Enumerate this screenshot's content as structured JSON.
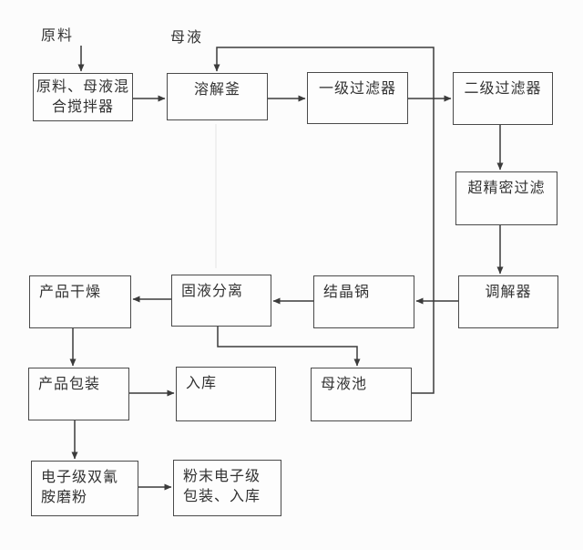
{
  "colors": {
    "background": "#fcfcfc",
    "line": "#3b3b3b",
    "box_border": "#4a4a4a",
    "text": "#333333"
  },
  "floating_labels": {
    "raw_material": "原料",
    "mother_liquor": "母液"
  },
  "nodes": {
    "mixer": {
      "label": "原料、母液混\n合搅拌器"
    },
    "dissolver": {
      "label": "溶解釜"
    },
    "filter1": {
      "label": "一级过滤器"
    },
    "filter2": {
      "label": "二级过滤器"
    },
    "ultra_filter": {
      "label": "超精密过滤"
    },
    "regulator": {
      "label": "调解器"
    },
    "crystallizer": {
      "label": "结晶锅"
    },
    "separator": {
      "label": "固液分离"
    },
    "dryer": {
      "label": "产品干燥"
    },
    "packaging": {
      "label": "产品包装"
    },
    "warehouse": {
      "label": "入库"
    },
    "mother_liquor_pool": {
      "label": "母液池"
    },
    "grinding": {
      "label": "电子级双氰\n胺磨粉"
    },
    "powder_packaging": {
      "label": "粉末电子级\n包装、入库"
    }
  },
  "flow": [
    {
      "from": "原料",
      "to": "原料、母液混合搅拌器"
    },
    {
      "from": "母液(母液池回流)",
      "to": "溶解釜"
    },
    {
      "from": "原料、母液混合搅拌器",
      "to": "溶解釜"
    },
    {
      "from": "溶解釜",
      "to": "一级过滤器"
    },
    {
      "from": "一级过滤器",
      "to": "二级过滤器"
    },
    {
      "from": "二级过滤器",
      "to": "超精密过滤"
    },
    {
      "from": "超精密过滤",
      "to": "调解器"
    },
    {
      "from": "调解器",
      "to": "结晶锅"
    },
    {
      "from": "结晶锅",
      "to": "固液分离"
    },
    {
      "from": "固液分离",
      "to": "产品干燥"
    },
    {
      "from": "固液分离",
      "to": "母液池"
    },
    {
      "from": "母液池",
      "to": "溶解釜"
    },
    {
      "from": "产品干燥",
      "to": "产品包装"
    },
    {
      "from": "产品包装",
      "to": "入库"
    },
    {
      "from": "产品包装",
      "to": "电子级双氰胺磨粉"
    },
    {
      "from": "电子级双氰胺磨粉",
      "to": "粉末电子级包装、入库"
    }
  ]
}
